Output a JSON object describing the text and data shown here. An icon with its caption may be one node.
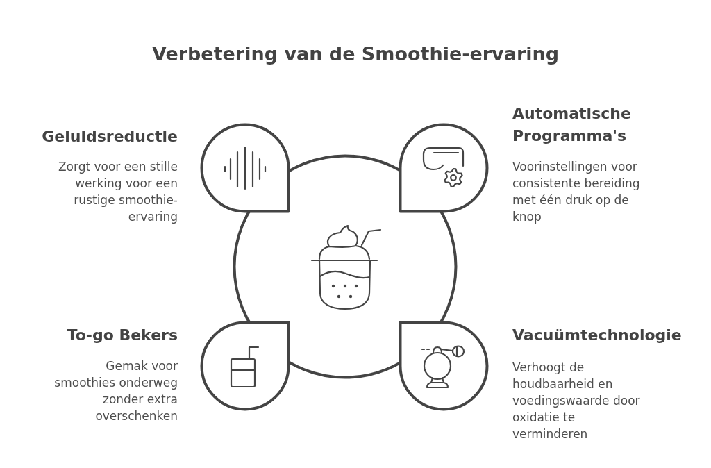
{
  "diagram": {
    "title": "Verbetering van de Smoothie-ervaring",
    "nodes": [
      {
        "text": [],
        "shape": "circle"
      },
      {
        "text": [
          "Geluidsreductie",
          "Zorgt voor een stille werking voor een rustige smoothie-ervaring"
        ]
      },
      {
        "text": [
          "Automatische Programma's",
          "Voorinstellingen voor consistente bereiding met één druk op de knop"
        ]
      },
      {
        "text": [
          "To-go Bekers",
          "Gemak voor smoothies onderweg zonder extra overschenken"
        ]
      },
      {
        "text": [
          "Vacuümtechnologie",
          "Verhoogt de houdbaarheid en voedingswaarde door oxidatie te verminderen"
        ]
      }
    ]
  }
}
